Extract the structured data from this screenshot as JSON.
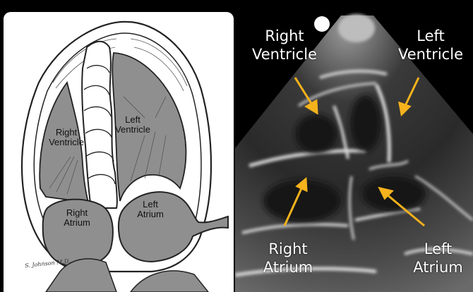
{
  "illustration": {
    "labels": {
      "right_ventricle": [
        "Right",
        "Ventricle"
      ],
      "left_ventricle": [
        "Left",
        "Ventricle"
      ],
      "right_atrium": [
        "Right",
        "Atrium"
      ],
      "left_atrium": [
        "Left",
        "Atrium"
      ]
    },
    "signature": "S. Johnson M.D."
  },
  "ultrasound": {
    "labels": {
      "right_ventricle": [
        "Right",
        "Ventricle"
      ],
      "left_ventricle": [
        "Left",
        "Ventricle"
      ],
      "right_atrium": [
        "Right",
        "Atrium"
      ],
      "left_atrium": [
        "Left",
        "Atrium"
      ]
    },
    "arrow_color": "#F5B21C"
  }
}
